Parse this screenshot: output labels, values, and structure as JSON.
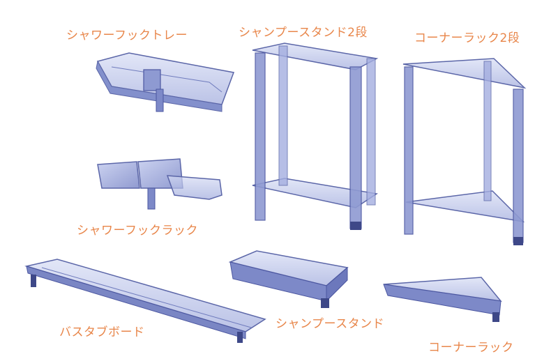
{
  "colors": {
    "label": "#e8864a",
    "acrylic_fill": "#9aa6d8",
    "acrylic_stroke": "#5b66a8",
    "acrylic_dark": "#3e4888",
    "background": "#ffffff"
  },
  "products": [
    {
      "id": "shower-hook-tray",
      "label": "シャワーフックトレー",
      "icon": "tray-with-hook"
    },
    {
      "id": "shampoo-stand-2tier",
      "label": "シャンプースタンド2段",
      "icon": "two-tier-rectangular-rack"
    },
    {
      "id": "corner-rack-2tier",
      "label": "コーナーラック2段",
      "icon": "two-tier-triangular-rack"
    },
    {
      "id": "shower-hook-rack",
      "label": "シャワーフックラック",
      "icon": "rack-with-hook"
    },
    {
      "id": "bathtub-board",
      "label": "バスタブボード",
      "icon": "long-board"
    },
    {
      "id": "shampoo-stand",
      "label": "シャンプースタンド",
      "icon": "single-rectangular-tray"
    },
    {
      "id": "corner-rack",
      "label": "コーナーラック",
      "icon": "single-triangular-tray"
    }
  ]
}
